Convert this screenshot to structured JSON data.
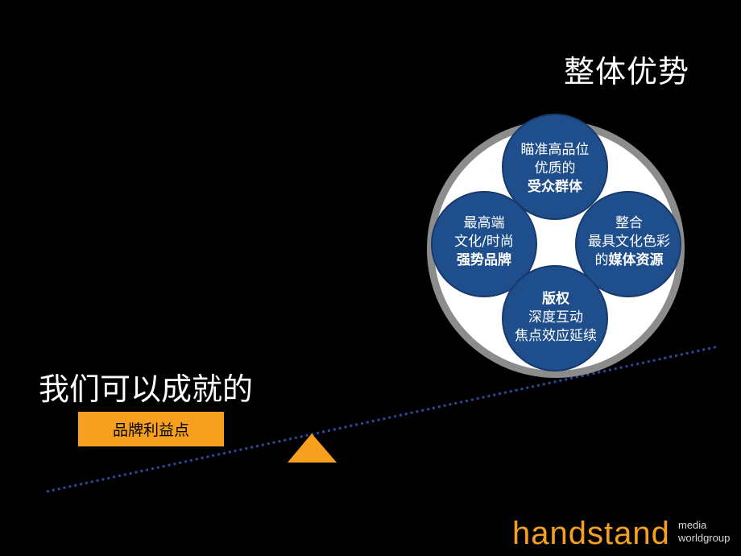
{
  "slide": {
    "title": "整体优势",
    "headline": "我们可以成就的",
    "label_box": "品牌利益点"
  },
  "circles": {
    "top": {
      "line1": "瞄准高品位",
      "line2": "优质的",
      "line3": "受众群体"
    },
    "left": {
      "line1": "最高端",
      "line2": "文化/时尚",
      "line3": "强势品牌"
    },
    "right": {
      "line1": "整合",
      "line2": "最具文化色彩",
      "line3_prefix": "的",
      "line3_bold": "媒体资源"
    },
    "bottom": {
      "line1": "版权",
      "line2": "深度互动",
      "line3": "焦点效应延续"
    }
  },
  "logo": {
    "main": "handstand",
    "sub1": "media",
    "sub2": "worldgroup"
  },
  "colors": {
    "background": "#000000",
    "accent_orange": "#f7a020",
    "circle_blue": "#1f4e8c",
    "circle_ring": "#8c8c8c",
    "dotted_line": "#2c4a9a"
  }
}
